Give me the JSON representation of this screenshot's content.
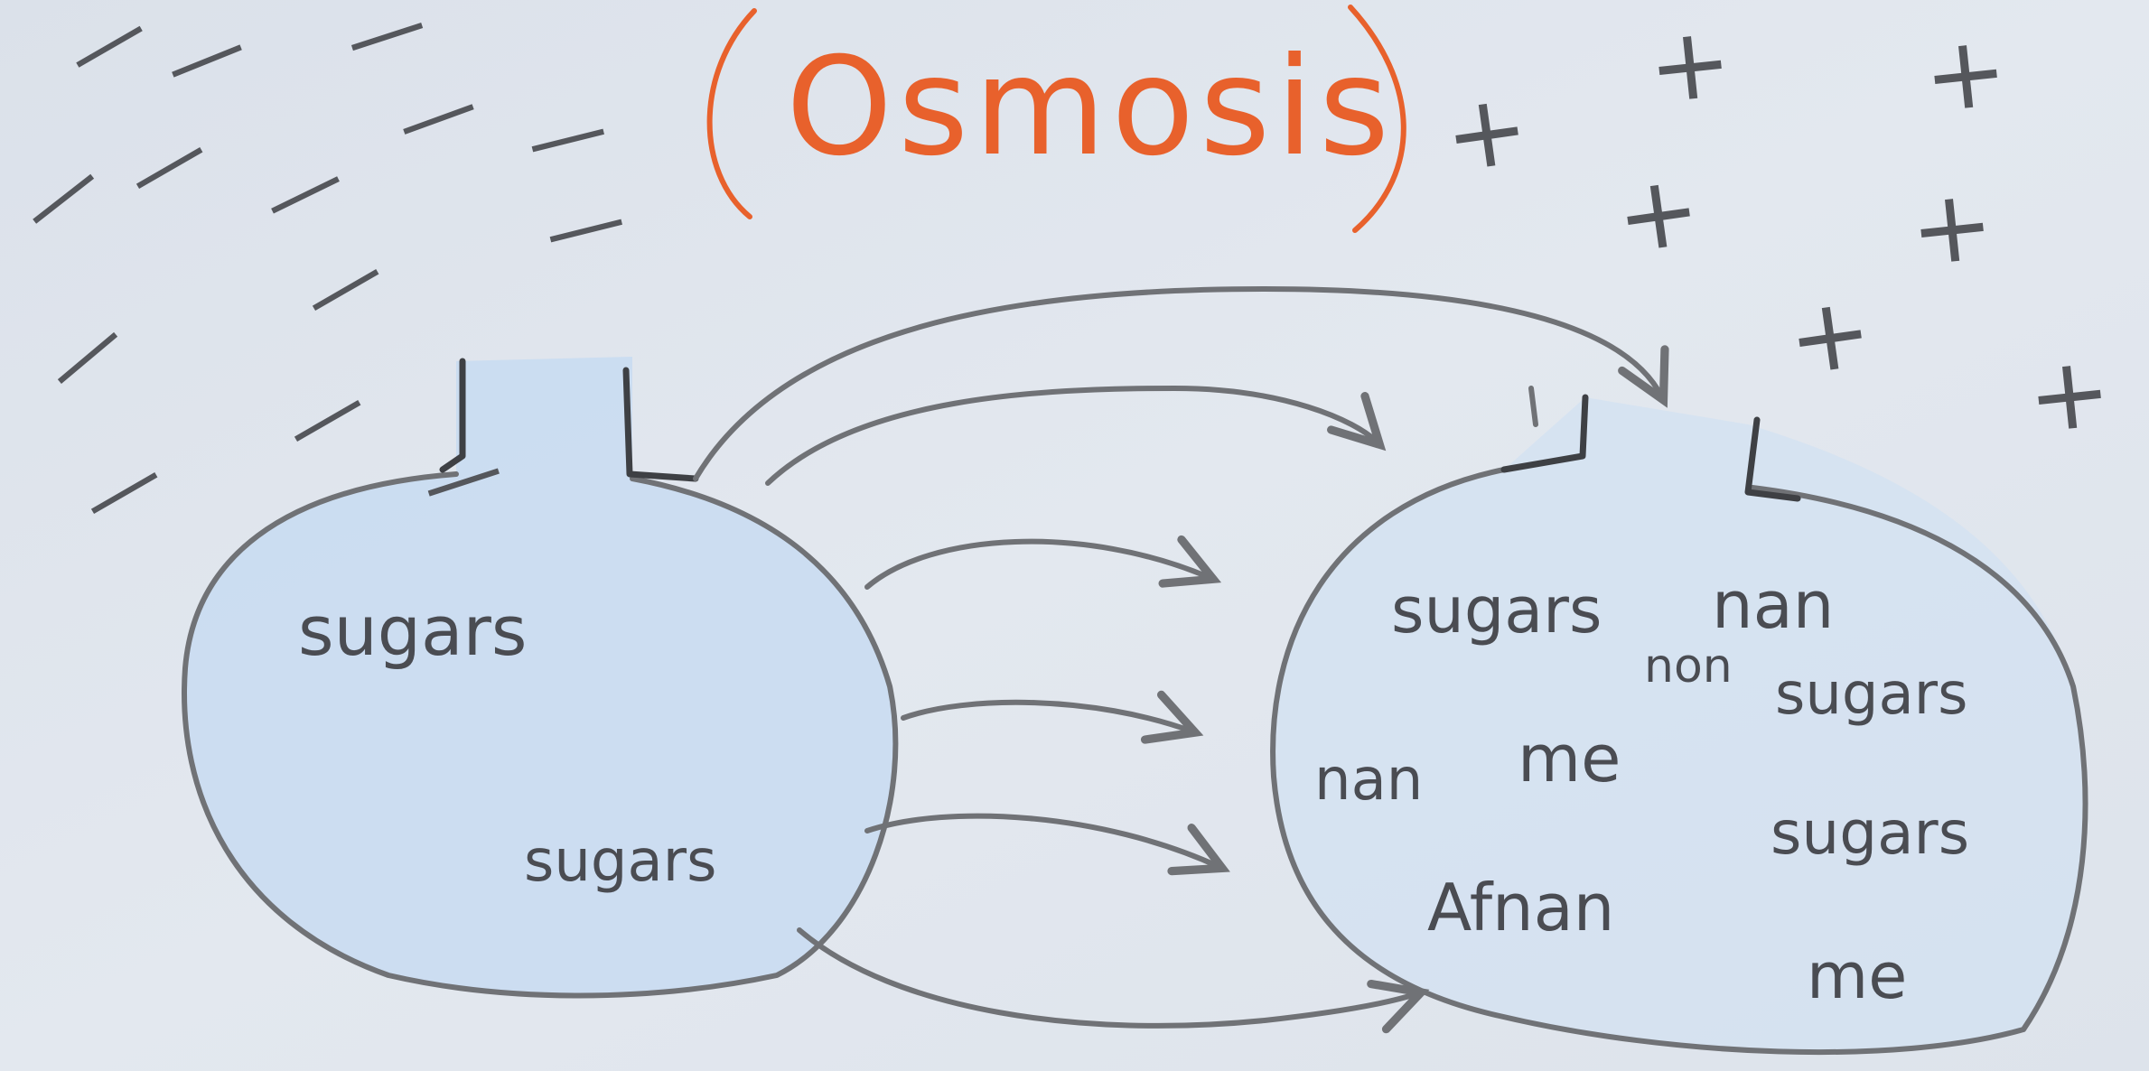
{
  "diagram": {
    "title": "Osmosis",
    "left_cell": {
      "labels": [
        "sugars",
        "sugars"
      ],
      "fill_color": "#c4daf2"
    },
    "right_cell": {
      "labels": [
        "sugars",
        "nan",
        "non",
        "sugars",
        "nan",
        "me",
        "sugars",
        "Afnan",
        "me"
      ],
      "fill_color": "#d2e1f2"
    },
    "minus_symbols": [
      "—",
      "—",
      "—",
      "—",
      "—",
      "—",
      "—",
      "—",
      "—",
      "—",
      "—",
      "—",
      "—",
      "—",
      "—",
      "—"
    ],
    "plus_symbols": [
      "+",
      "+",
      "+",
      "+",
      "+",
      "+",
      "+",
      "+"
    ],
    "title_color": "#e8612c",
    "pencil_color": "#707276"
  }
}
